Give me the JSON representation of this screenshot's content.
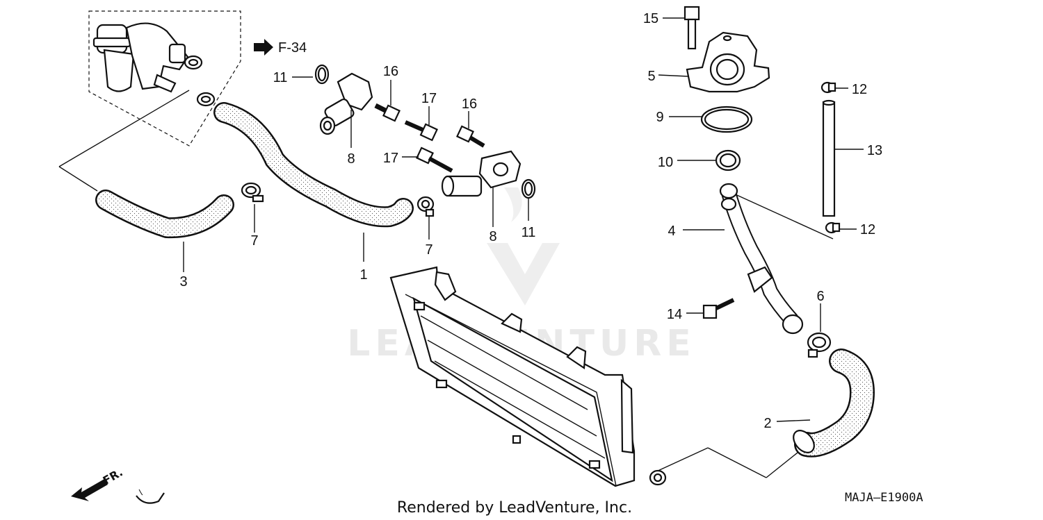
{
  "callouts": {
    "c1": "1",
    "c2": "2",
    "c3": "3",
    "c4": "4",
    "c5": "5",
    "c6": "6",
    "c7a": "7",
    "c7b": "7",
    "c8a": "8",
    "c8b": "8",
    "c9": "9",
    "c10": "10",
    "c11a": "11",
    "c11b": "11",
    "c12a": "12",
    "c12b": "12",
    "c13": "13",
    "c14": "14",
    "c15": "15",
    "c16a": "16",
    "c16b": "16",
    "c17a": "17",
    "c17b": "17"
  },
  "reference": "F-34",
  "front_label": "FR.",
  "diagram_code": "MAJA—E1900A",
  "watermark": "LEADVENTURE",
  "footer": "Rendered by LeadVenture, Inc."
}
